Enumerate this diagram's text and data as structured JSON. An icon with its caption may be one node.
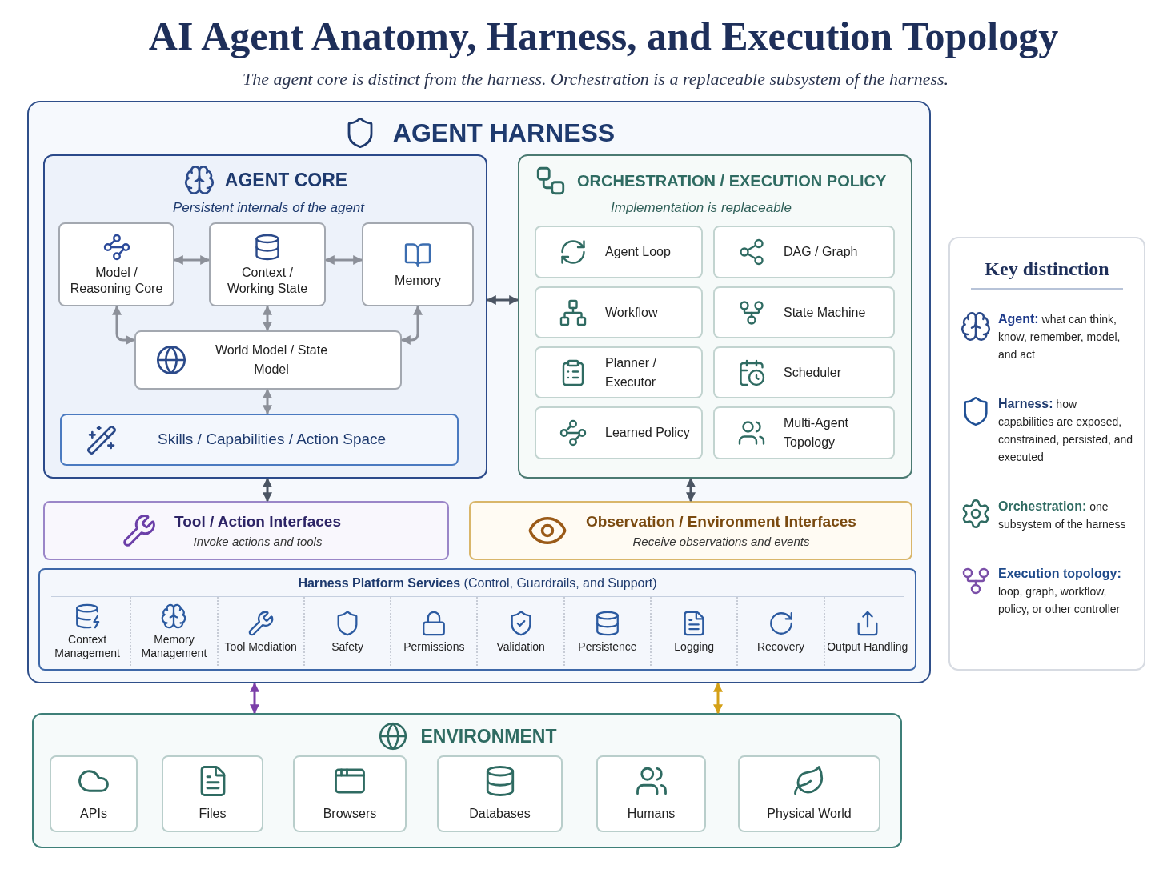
{
  "diagram": {
    "title": "AI Agent Anatomy, Harness, and Execution Topology",
    "nodes": [
      {
        "text": [
          "AGENT HARNESS"
        ]
      },
      {
        "text": [
          "AGENT CORE",
          "Persistent internals of the agent"
        ],
        "in": 0
      },
      {
        "text": [
          "Model / Reasoning Core"
        ],
        "in": 1
      },
      {
        "text": [
          "Context / Working State"
        ],
        "in": 1
      },
      {
        "text": [
          "Memory"
        ],
        "in": 1
      },
      {
        "text": [
          "World Model / State Model"
        ],
        "in": 1
      },
      {
        "text": [
          "Skills / Capabilities / Action Space"
        ],
        "in": 1
      },
      {
        "text": [
          "ORCHESTRATION / EXECUTION POLICY",
          "Implementation is replaceable"
        ],
        "in": 0
      },
      {
        "text": [
          "Agent Loop"
        ],
        "in": 7
      },
      {
        "text": [
          "DAG / Graph"
        ],
        "in": 7
      },
      {
        "text": [
          "Workflow"
        ],
        "in": 7
      },
      {
        "text": [
          "State Machine"
        ],
        "in": 7
      },
      {
        "text": [
          "Planner / Executor"
        ],
        "in": 7
      },
      {
        "text": [
          "Scheduler"
        ],
        "in": 7
      },
      {
        "text": [
          "Learned Policy"
        ],
        "in": 7
      },
      {
        "text": [
          "Multi-Agent Topology"
        ],
        "in": 7
      },
      {
        "text": [
          "Tool / Action Interfaces",
          "Invoke actions and tools"
        ],
        "in": 0
      },
      {
        "text": [
          "Observation / Environment Interfaces",
          "Receive observations and events"
        ],
        "in": 0
      },
      {
        "text": [
          "**Harness Platform Services** (Control, Guardrails, and Support)"
        ],
        "in": 0
      },
      {
        "text": [
          "Key distinction",
          "**Agent:** what can think, know, remember, model, and act",
          "**Harness:** how capabilities are exposed, constrained, persisted, and executed",
          "**Orchestration:** one subsystem of the harness",
          "**Execution topology:** loop, graph, workflow, policy, or other controller"
        ]
      },
      {
        "text": [
          "ENVIRONMENT"
        ]
      },
      {
        "text": [
          "APIs"
        ],
        "in": 20
      },
      {
        "text": [
          "Files"
        ],
        "in": 20
      },
      {
        "text": [
          "Browsers"
        ],
        "in": 20
      },
      {
        "text": [
          "Databases"
        ],
        "in": 20
      },
      {
        "text": [
          "Humans"
        ],
        "in": 20
      },
      {
        "text": [
          "Physical World"
        ],
        "in": 20
      }
    ],
    "edges": [
      {
        "from": 2,
        "to": 3,
        "arrow": "both"
      },
      {
        "from": 3,
        "to": 4,
        "arrow": "both"
      },
      {
        "from": 2,
        "to": 5,
        "arrow": "both"
      },
      {
        "from": 3,
        "to": 5,
        "arrow": "both"
      },
      {
        "from": 4,
        "to": 5,
        "arrow": "both"
      },
      {
        "from": 5,
        "to": 6,
        "arrow": "both"
      },
      {
        "from": 1,
        "to": 7,
        "arrow": "both",
        "color": "#4b5563"
      },
      {
        "from": 1,
        "to": 16,
        "arrow": "both",
        "color": "#4b5563"
      },
      {
        "from": 7,
        "to": 17,
        "arrow": "both",
        "color": "#4b5563"
      },
      {
        "from": 0,
        "to": 20,
        "arrow": "both",
        "color": "#7b3fa8"
      },
      {
        "from": 0,
        "to": 20,
        "arrow": "both",
        "color": "#d4a017"
      }
    ],
    "labels": [
      "The agent core is distinct from the harness. Orchestration is a replaceable subsystem of the harness.",
      "Context Management",
      "Memory Management",
      "Tool Mediation",
      "Safety",
      "Permissions",
      "Validation",
      "Persistence",
      "Logging",
      "Recovery",
      "Output Handling"
    ]
  }
}
